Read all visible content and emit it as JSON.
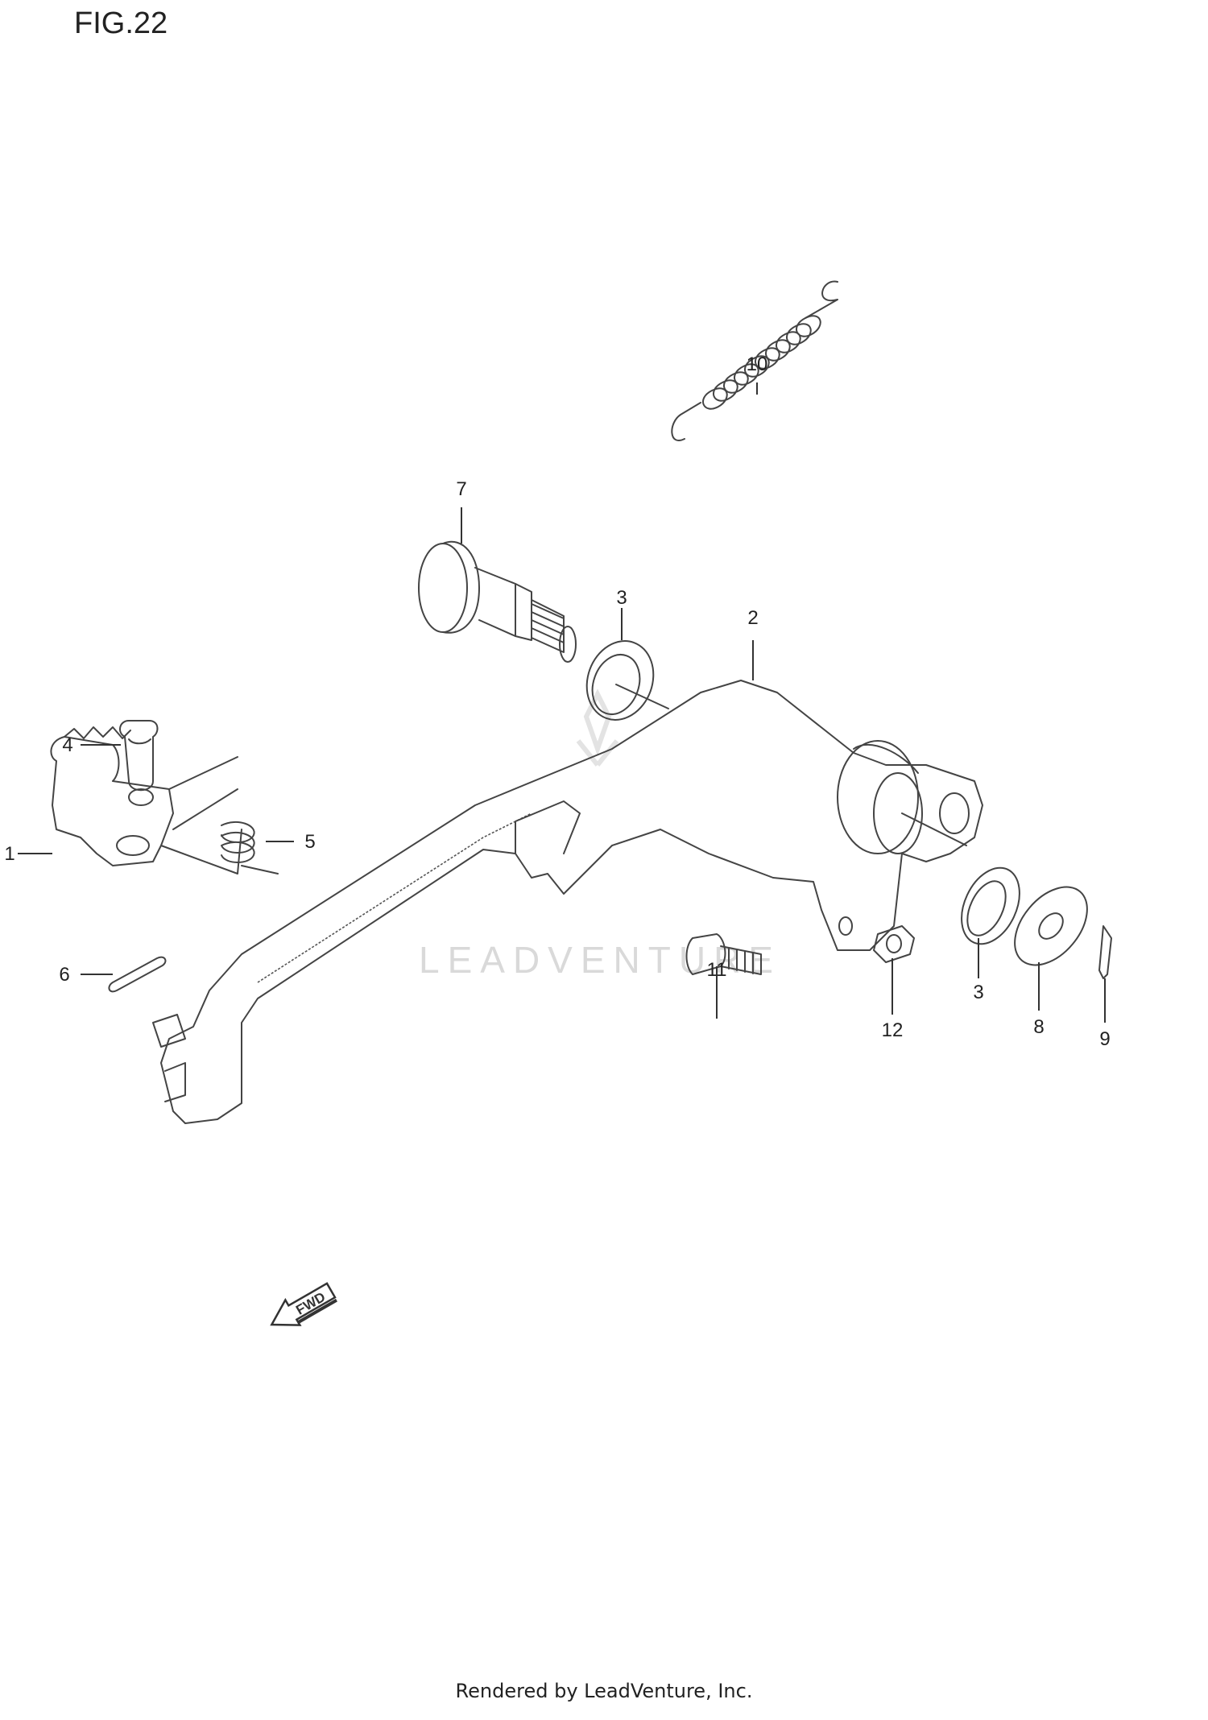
{
  "figure": {
    "title": "FIG.22"
  },
  "watermark": {
    "text": "LEADVENTURE"
  },
  "footer": {
    "text": "Rendered by LeadVenture, Inc."
  },
  "fwd_arrow": {
    "label": "FWD"
  },
  "callouts": [
    {
      "id": "1",
      "label": "1"
    },
    {
      "id": "2",
      "label": "2"
    },
    {
      "id": "3a",
      "label": "3"
    },
    {
      "id": "3b",
      "label": "3"
    },
    {
      "id": "4",
      "label": "4"
    },
    {
      "id": "5",
      "label": "5"
    },
    {
      "id": "6",
      "label": "6"
    },
    {
      "id": "7",
      "label": "7"
    },
    {
      "id": "8",
      "label": "8"
    },
    {
      "id": "9",
      "label": "9"
    },
    {
      "id": "10",
      "label": "10"
    },
    {
      "id": "11",
      "label": "11"
    },
    {
      "id": "12",
      "label": "12"
    }
  ]
}
